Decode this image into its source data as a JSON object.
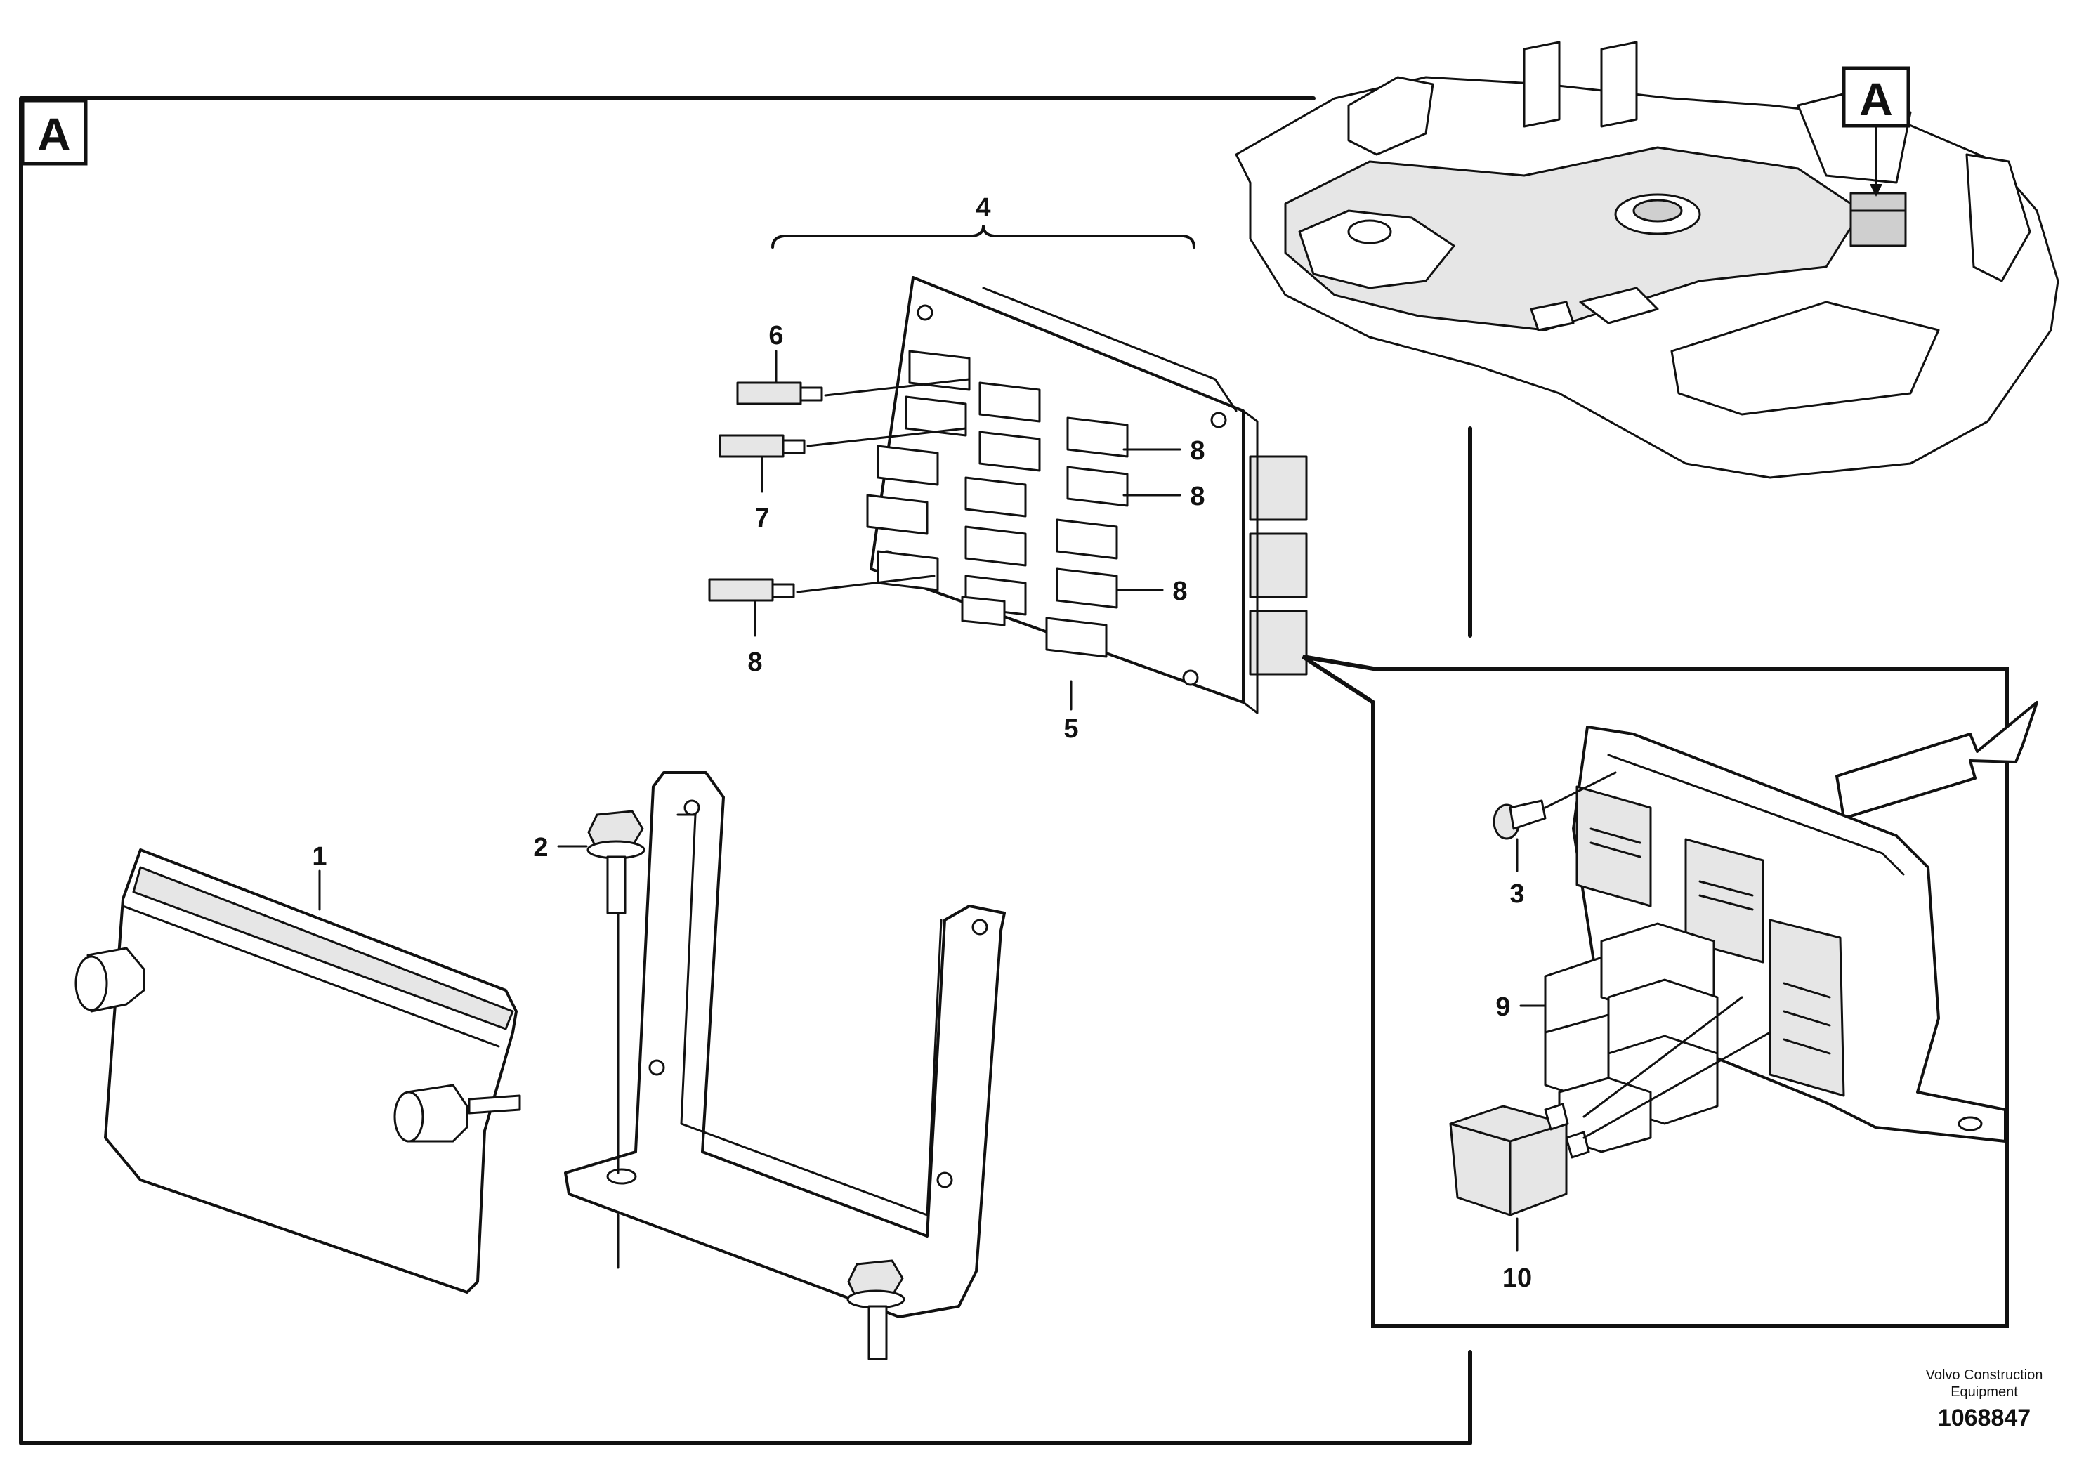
{
  "view_label": "A",
  "inset_label": "A",
  "callouts": {
    "c1": "1",
    "c2": "2",
    "c3": "3",
    "c4": "4",
    "c5": "5",
    "c6": "6",
    "c7": "7",
    "c8a": "8",
    "c8b": "8",
    "c8c": "8",
    "c8d": "8",
    "c9": "9",
    "c10": "10"
  },
  "footer": {
    "company": "Volvo Construction Equipment",
    "number": "1068847"
  }
}
